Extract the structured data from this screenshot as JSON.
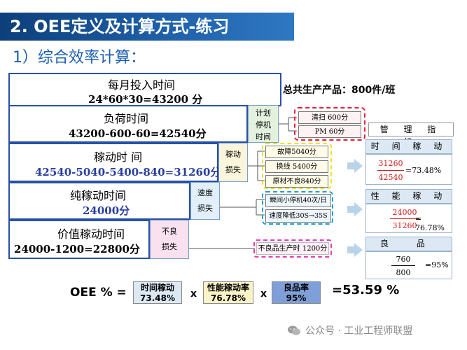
{
  "title": "2. OEE定义及计算方式-练习",
  "subtitle": "1）综合效率计算：",
  "bars": {
    "monthly": {
      "label": "每月投入时间",
      "formula": "24*60*30=43200 分"
    },
    "load": {
      "label": "负荷时间",
      "formula": "43200-600-60=42540分"
    },
    "running": {
      "label": "稼动时 间",
      "formula": "42540-5040-5400-840=31260分"
    },
    "net": {
      "label": "纯稼动时间",
      "formula": "24000分"
    },
    "value": {
      "label": "价值稼动时间",
      "formula": "24000-1200=22800分"
    }
  },
  "total_output": "总共生产产品：800件/班",
  "tags": {
    "planned_stop": [
      "计划",
      "停机",
      "时间"
    ],
    "run_loss": [
      "稼动",
      "损失"
    ],
    "speed_loss": [
      "速度",
      "损失"
    ],
    "defect_loss": [
      "不良",
      "损失"
    ]
  },
  "losses": {
    "cleaning": "清扫 600分",
    "pm": "PM 60分",
    "failure": "故障5040分",
    "changeover": "换线 5400分",
    "material": "原材不良840分",
    "minor_stops": "瞬间小停机40次/日",
    "speed_drop": "速度降低30S→35S",
    "defect": "不良品生产时 1200分"
  },
  "indicators": {
    "header": "管 理 指 标",
    "time_rate": {
      "label": "时 间 稼 动 率",
      "num": "31260",
      "den": "42540",
      "result": "=73.48%"
    },
    "perf_rate": {
      "label": "性 能 稼 动 率",
      "num": "24000",
      "den": "31260",
      "result": "= 76.78%"
    },
    "quality_rate": {
      "label": "良 品 率",
      "num": "760",
      "den": "800",
      "result": "=95%"
    }
  },
  "oee": {
    "lhs": "OEE % =",
    "a_label": "时间稼动",
    "a_value": "73.48%",
    "x1": "x",
    "b_label": "性能稼动率",
    "b_value": "76.78%",
    "x2": "x",
    "c_label": "良品率",
    "c_value": "95%",
    "result": "=53.59 %"
  },
  "watermark": "公众号 · 工业工程师联盟",
  "colors": {
    "title_bg": "#1e5fa8",
    "subtitle": "#1b5fb0",
    "bar_border": "#2750a8",
    "formula_blue": "#2a3fa0"
  }
}
